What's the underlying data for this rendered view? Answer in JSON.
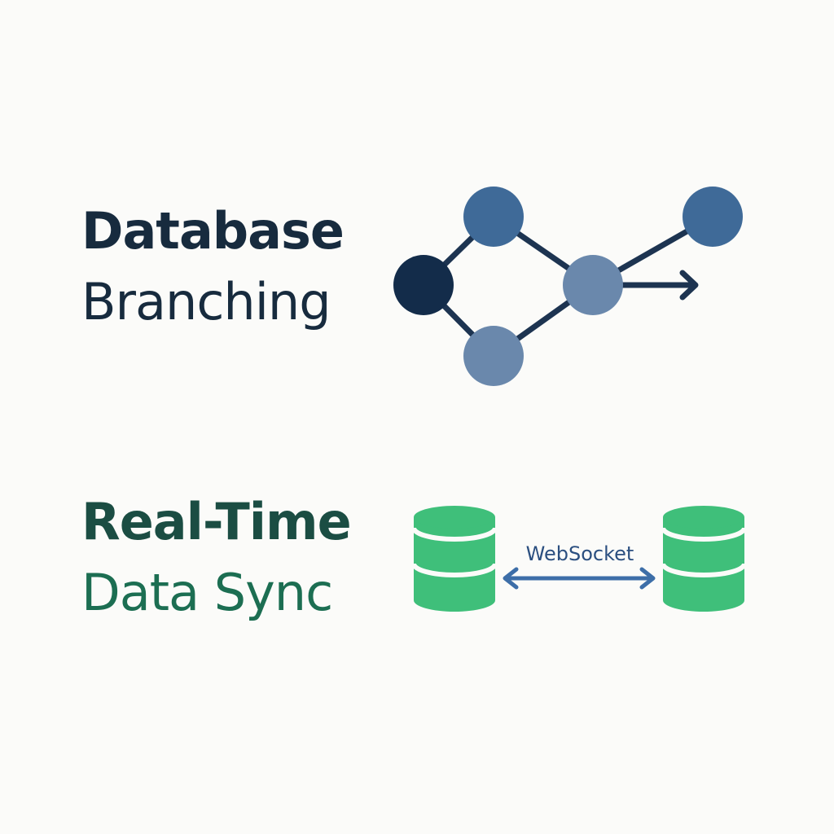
{
  "branching": {
    "title_line1": "Database",
    "title_line2": "Branching",
    "colors": {
      "text": "#172b3e",
      "line": "#1d3451",
      "node_dark": "#132c4a",
      "node_mid": "#3f6a98",
      "node_light": "#6a88ac"
    }
  },
  "sync": {
    "title_line1": "Real-Time",
    "title_line2": "Data Sync",
    "connector_label": "WebSocket",
    "colors": {
      "title1": "#1b4d43",
      "title2": "#1c6e52",
      "database": "#3fbf7a",
      "arrow": "#3d6ea8",
      "label": "#2b4f80"
    }
  }
}
